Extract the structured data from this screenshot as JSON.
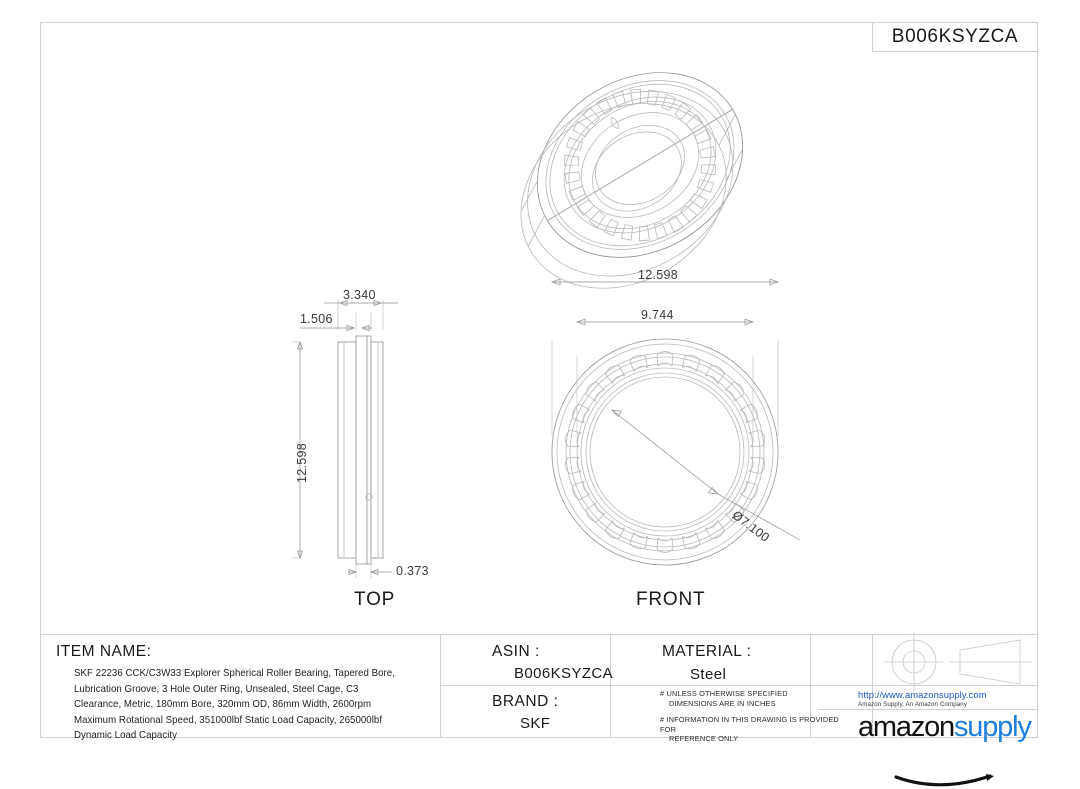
{
  "sheet": {
    "asin_tag": "B006KSYZCA"
  },
  "views": {
    "top_label": "TOP",
    "front_label": "FRONT"
  },
  "dimensions": {
    "top_width_outer": "3.340",
    "top_width_inner": "1.506",
    "top_height": "12.598",
    "top_groove": "0.373",
    "front_outer_dia": "12.598",
    "front_inner_dia": "9.744",
    "bore_dia": "Ø7.100"
  },
  "title_block": {
    "item_name_label": "ITEM NAME:",
    "item_name_value": "SKF 22236 CCK/C3W33 Explorer Spherical Roller Bearing, Tapered Bore, Lubrication Groove, 3 Hole Outer Ring, Unsealed, Steel Cage, C3 Clearance, Metric, 180mm Bore, 320mm OD, 86mm Width, 2600rpm Maximum Rotational Speed, 351000lbf Static Load Capacity, 265000lbf Dynamic Load Capacity",
    "asin_label": "ASIN :",
    "asin_value": "B006KSYZCA",
    "brand_label": "BRAND :",
    "brand_value": "SKF",
    "material_label": "MATERIAL :",
    "material_value": "Steel",
    "note_1_line_1": "# UNLESS OTHERWISE SPECIFIED",
    "note_1_line_2": "DIMENSIONS ARE IN INCHES",
    "note_2_line_1": "# INFORMATION IN THIS DRAWING IS PROVIDED FOR",
    "note_2_line_2": "REFERENCE ONLY",
    "url": "http://www.amazonsupply.com",
    "company_line": "Amazon Supply, An Amazon Company",
    "logo_primary": "amazon",
    "logo_secondary": "supply"
  },
  "colors": {
    "link_blue": "#1a56c4",
    "logo_blue": "#1a7fe0",
    "line_gray": "#b9b9b9",
    "border_gray": "#d0d0d0"
  }
}
